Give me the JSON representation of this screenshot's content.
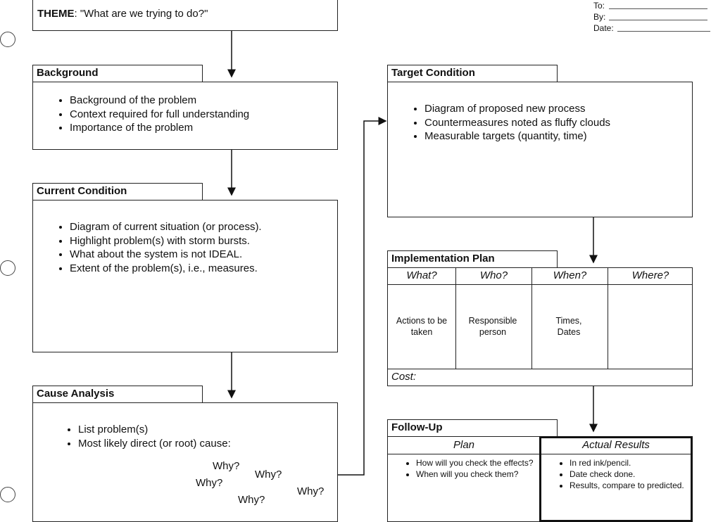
{
  "header": {
    "to": "To:",
    "by": "By:",
    "date": "Date:"
  },
  "theme": {
    "label": "THEME",
    "text": ": \"What are we trying to do?\""
  },
  "background": {
    "title": "Background",
    "items": [
      "Background of the problem",
      "Context required for full understanding",
      "Importance of the problem"
    ]
  },
  "current": {
    "title": "Current Condition",
    "items": [
      "Diagram of current situation (or process).",
      "Highlight problem(s) with storm bursts.",
      "What about the system is not IDEAL.",
      "Extent of the problem(s), i.e., measures."
    ]
  },
  "cause": {
    "title": "Cause Analysis",
    "items": [
      "List problem(s)",
      "Most likely direct (or root) cause:"
    ],
    "whys": [
      "Why?",
      "Why?",
      "Why?",
      "Why?",
      "Why?"
    ]
  },
  "target": {
    "title": "Target Condition",
    "items": [
      "Diagram of proposed new process",
      "Countermeasures noted as fluffy clouds",
      "Measurable targets (quantity, time)"
    ]
  },
  "plan": {
    "title": "Implementation Plan",
    "columns": [
      "What?",
      "Who?",
      "When?",
      "Where?"
    ],
    "cells": [
      "Actions to be taken",
      "Responsible person",
      "Times, Dates",
      ""
    ],
    "cost": "Cost:"
  },
  "followup": {
    "title": "Follow-Up",
    "plan_header": "Plan",
    "results_header": "Actual Results",
    "plan_items": [
      "How will you check the effects?",
      "When will you check them?"
    ],
    "results_items": [
      "In red ink/pencil.",
      "Date check done.",
      "Results, compare to predicted."
    ]
  }
}
